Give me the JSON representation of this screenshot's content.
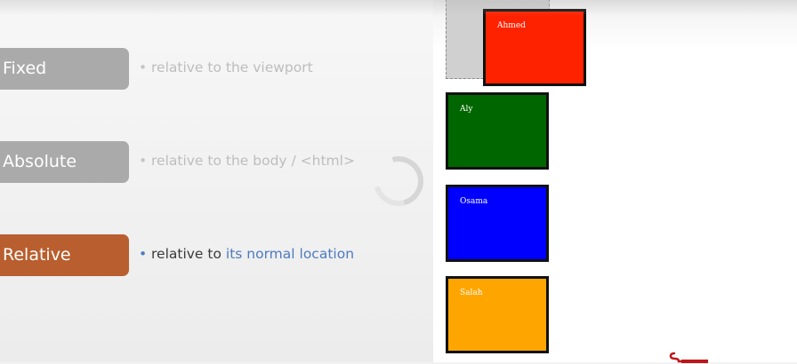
{
  "slide": {
    "rows": [
      {
        "label": "Fixed",
        "bullet": "relative to the viewport",
        "bullet_highlight": "",
        "active": false
      },
      {
        "label": "Absolute",
        "bullet": "relative to the body / <html>",
        "bullet_highlight": "",
        "active": false
      },
      {
        "label": "Relative",
        "bullet": "relative to",
        "bullet_highlight": "its normal location",
        "active": true
      }
    ]
  },
  "demo": {
    "boxes": [
      {
        "name": "Ahmed",
        "color": "#ff2200"
      },
      {
        "name": "Aly",
        "color": "#006600"
      },
      {
        "name": "Osama",
        "color": "#0000ff"
      },
      {
        "name": "Salah",
        "color": "#ffa500"
      }
    ]
  },
  "colors": {
    "active_pill": "#b95e2e",
    "inactive_pill": "#aaaaaa",
    "highlight_text": "#4d7bbf"
  },
  "icons": {
    "spinner": "loading-spinner-icon",
    "logo": "brand-logo-icon"
  }
}
